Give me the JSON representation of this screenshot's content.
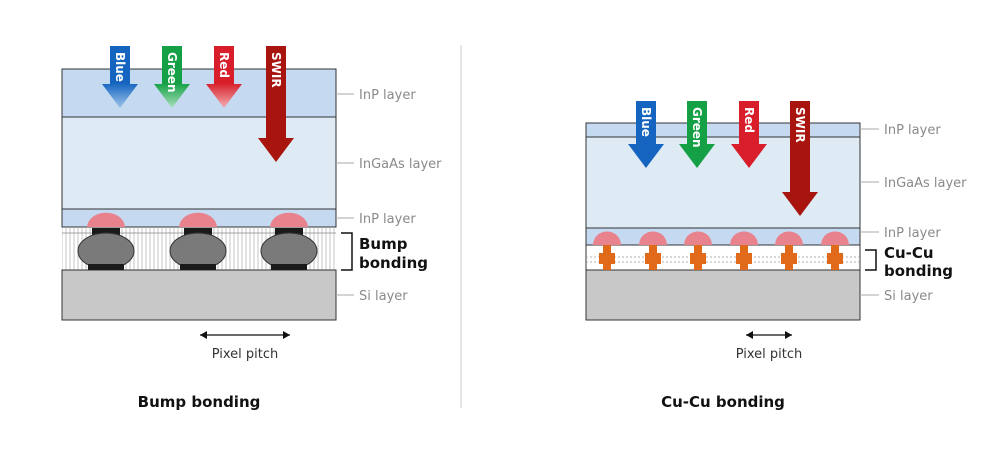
{
  "left_panel": {
    "caption": "Bump bonding",
    "arrows": [
      "Blue",
      "Green",
      "Red",
      "SWIR"
    ],
    "layers": {
      "inp_top": "InP layer",
      "ingaas": "InGaAs layer",
      "inp_bottom": "InP layer",
      "si": "Si layer"
    },
    "bonding_label": [
      "Bump",
      "bonding"
    ],
    "pitch": "Pixel pitch"
  },
  "right_panel": {
    "caption": "Cu-Cu bonding",
    "arrows": [
      "Blue",
      "Green",
      "Red",
      "SWIR"
    ],
    "layers": {
      "inp_top": "InP layer",
      "ingaas": "InGaAs layer",
      "inp_bottom": "InP layer",
      "si": "Si layer"
    },
    "bonding_label": [
      "Cu-Cu",
      "bonding"
    ],
    "pitch": "Pixel pitch"
  },
  "colors": {
    "inp": "#c5d9f1",
    "ingaas": "#deebf5",
    "si": "#c8c8c8",
    "blue": "#1565c0",
    "green": "#15a045",
    "red": "#d81e2a",
    "swir": "#a8150f",
    "bump": "#7a7a7a",
    "copper": "#e06a1a",
    "lens": "#e8838e"
  }
}
